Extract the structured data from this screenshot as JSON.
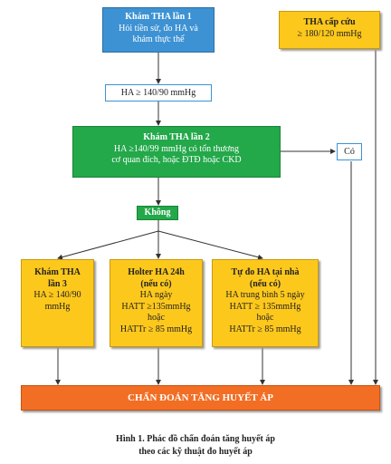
{
  "box1": {
    "title": "Khám THA lần 1",
    "line1": "Hỏi tiền sử, đo HA và",
    "line2": "khám thực thể"
  },
  "emergency": {
    "title": "THA cấp cứu",
    "line1": "≥ 180/120 mmHg"
  },
  "criteria1": {
    "text": "HA ≥ 140/90 mmHg"
  },
  "box2": {
    "title": "Khám THA lần 2",
    "line1": "HA ≥140/99 mmHg có tổn thương",
    "line2": "cơ quan đích, hoặc ĐTĐ hoặc CKD"
  },
  "yes_label": {
    "text": "Có"
  },
  "no_label": {
    "text": "Không"
  },
  "box3": {
    "title1": "Khám THA",
    "title2": "lần 3",
    "line1": "HA ≥ 140/90",
    "line2": "mmHg"
  },
  "box4": {
    "title1": "Holter HA 24h",
    "title2": "(nếu có)",
    "line1": "HA ngày",
    "line2": "HATT ≥135mmHg",
    "line3": "hoặc",
    "line4": "HATTr ≥ 85 mmHg"
  },
  "box5": {
    "title1": "Tự đo HA tại nhà",
    "title2": "(nếu có)",
    "line1": "HA trung bình 5 ngày",
    "line2": "HATT ≥ 135mmHg",
    "line3": "hoặc",
    "line4": "HATTr ≥ 85 mmHg"
  },
  "diagnosis": {
    "text": "CHẨN ĐOÁN TĂNG HUYẾT ÁP"
  },
  "caption": {
    "line1": "Hình 1. Phác đồ chẩn đoán tăng huyết áp",
    "line2": "theo các kỹ thuật đo huyết áp"
  },
  "colors": {
    "blue": "#3d92d3",
    "green": "#23a84a",
    "yellow": "#fdc81c",
    "orange": "#f26e24"
  }
}
